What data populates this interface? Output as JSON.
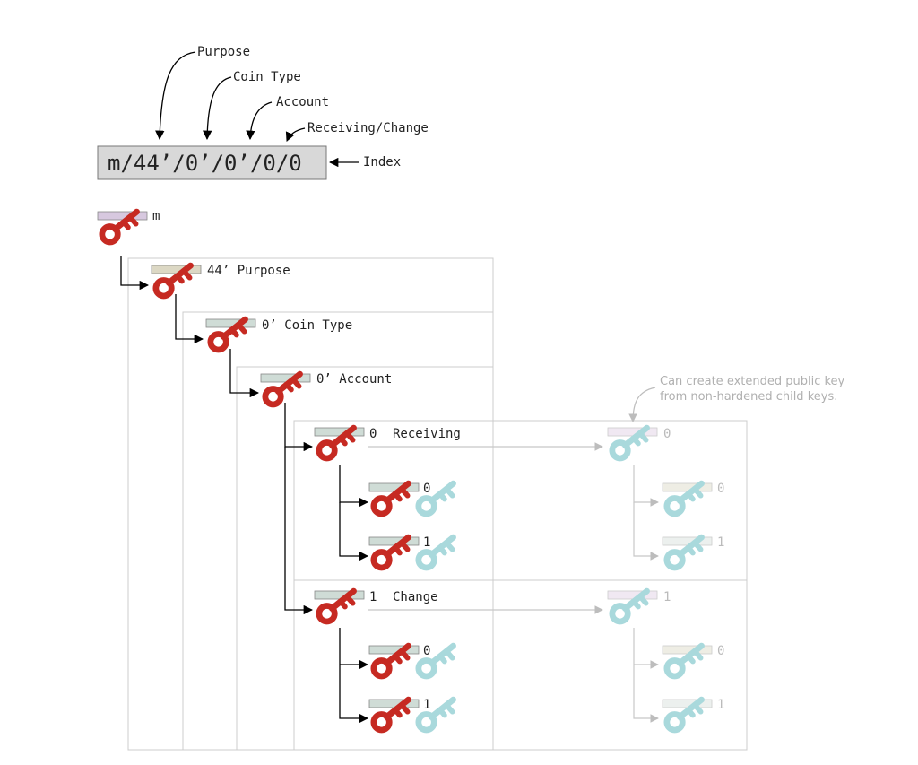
{
  "path_box": {
    "path": "m/44’/0’/0’/0/0",
    "annotations": {
      "purpose": "Purpose",
      "coin_type": "Coin Type",
      "account": "Account",
      "receiving_change": "Receiving/Change",
      "index": "Index"
    }
  },
  "tree": {
    "root": "m",
    "purpose": "44’ Purpose",
    "coin_type": "0’ Coin Type",
    "account": "0’ Account",
    "receiving": {
      "label_num": "0",
      "label_text": "Receiving",
      "children": [
        "0",
        "1"
      ],
      "public_label": "0",
      "public_children": [
        "0",
        "1"
      ]
    },
    "change": {
      "label_num": "1",
      "label_text": "Change",
      "children": [
        "0",
        "1"
      ],
      "public_label": "1",
      "public_children": [
        "0",
        "1"
      ]
    }
  },
  "note": {
    "line1": "Can create extended public key",
    "line2": "from non-hardened child keys."
  },
  "colors": {
    "private_key": "#c62a22",
    "public_key": "#a9d9dc",
    "box_border": "#cccccc",
    "path_box_fill": "#d8d8d8"
  }
}
